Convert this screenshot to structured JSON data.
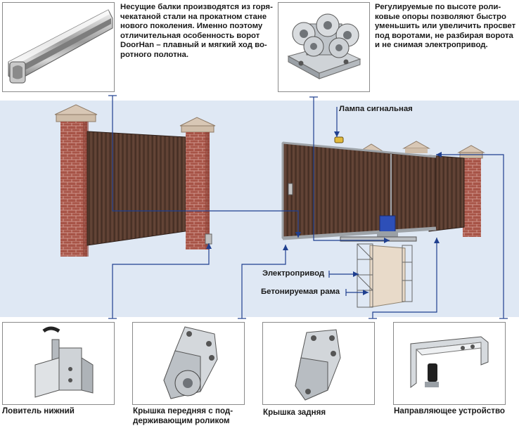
{
  "descriptions": {
    "beam": "Несущие балки производятся из горя-\nчекатаной стали на прокатном стане\nнового поколения. Именно поэтому\nотличительная особенность ворот\nDoorHan – плавный и мягкий ход во-\nротного полотна.",
    "roller": "Регулируемые по высоте роли-\nковые опоры позволяют быстро\nуменьшить или увеличить просвет\nпод воротами, не разбирая ворота\nи не снимая электропривод."
  },
  "callouts": {
    "lamp": "Лампа сигнальная",
    "drive": "Электропривод",
    "frame": "Бетонируемая рама"
  },
  "parts": {
    "catcher": "Ловитель нижний",
    "front_cover": "Крышка передняя с под-\nдерживающим роликом",
    "rear_cover": "Крышка задняя",
    "guide": "Направляющее устройство"
  },
  "colors": {
    "leader": "#1f3f8f",
    "band": "#dfe8f4",
    "panel": "#5a3d30",
    "brick": "#a75447"
  }
}
